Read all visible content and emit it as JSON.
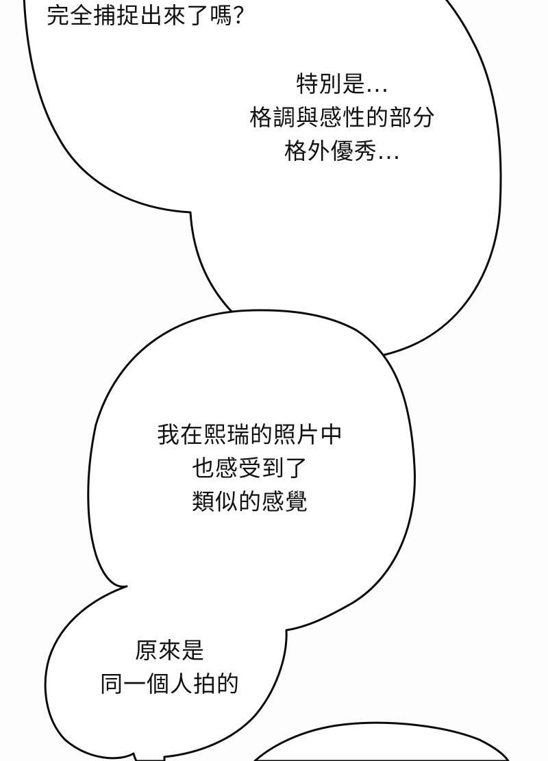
{
  "page": {
    "background": "#fdfdfd",
    "outline_color": "#0a0a0a",
    "text_color": "#111111"
  },
  "bubbles": [
    {
      "id": "bubble-1",
      "lines": [
        "完全捕捉出來了嗎？"
      ]
    },
    {
      "id": "bubble-2",
      "lines": [
        "特別是...",
        "格調與感性的部分",
        "格外優秀..."
      ]
    },
    {
      "id": "bubble-3",
      "lines": [
        "我在熙瑞的照片中",
        "也感受到了",
        "類似的感覺"
      ]
    },
    {
      "id": "bubble-4",
      "lines": [
        "原來是",
        "同一個人拍的"
      ]
    },
    {
      "id": "bubble-5",
      "lines": []
    }
  ]
}
